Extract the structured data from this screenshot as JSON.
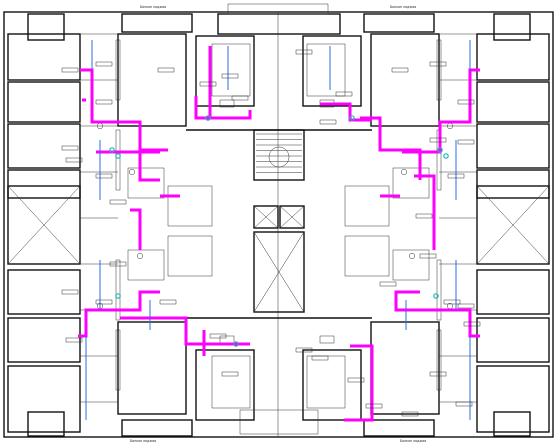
{
  "labels": {
    "top_left": "Балкон лоджия",
    "top_right": "Балкон лоджия",
    "bottom_left": "Балкон лоджия",
    "bottom_right": "Балкон лоджия"
  },
  "colors": {
    "pipe_main": "#ff00ff",
    "pipe_branch": "#2a6fe0",
    "pipe_fitting": "#1fb5b5",
    "wall": "#111111"
  },
  "icons": [
    "stair-icon",
    "elevator-icon",
    "sink-icon",
    "toilet-icon",
    "bathtub-icon"
  ]
}
